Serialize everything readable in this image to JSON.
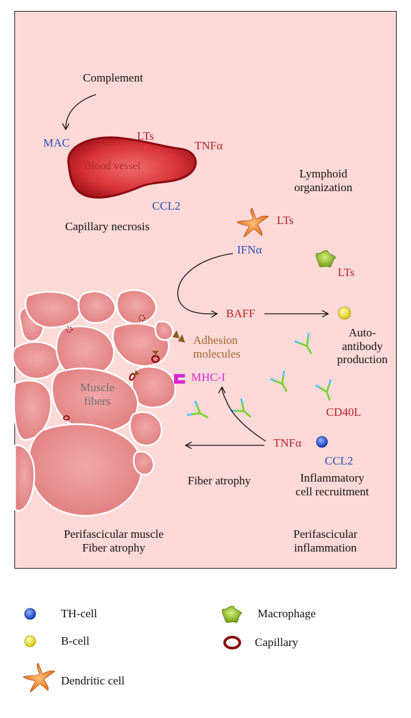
{
  "diagram": {
    "complement": "Complement",
    "mac": "MAC",
    "lts_vessel": "LTs",
    "tnfa_vessel": "TNFα",
    "blood_vessel": "Blood vessel",
    "ccl2_vessel": "CCL2",
    "capillary_necrosis": "Capillary necrosis",
    "lymphoid_line1": "Lymphoid",
    "lymphoid_line2": "organization",
    "lts_dendritic": "LTs",
    "ifna": "IFNα",
    "lts_macrophage": "LTs",
    "baff": "BAFF",
    "auto_line1": "Auto-",
    "auto_line2": "antibody",
    "auto_line3": "production",
    "adhesion_line1": "Adhesion",
    "adhesion_line2": "molecules",
    "mhc": "MHC-I",
    "muscle_line1": "Muscle",
    "muscle_line2": "fibers",
    "cd40l": "CD40L",
    "tnfa_main": "TNFα",
    "ccl2_main": "CCL2",
    "fiber_atrophy": "Fiber atrophy",
    "inflam_line1": "Inflammatory",
    "inflam_line2": "cell recruitment",
    "peri_muscle_line1": "Perifascicular muscle",
    "peri_muscle_line2": "Fiber atrophy",
    "peri_inflam_line1": "Perifascicular",
    "peri_inflam_line2": "inflammation"
  },
  "legend": {
    "th_cell": "TH-cell",
    "b_cell": "B-cell",
    "dendritic_cell": "Dendritic cell",
    "macrophage": "Macrophage",
    "capillary": "Capillary"
  },
  "colors": {
    "panel_bg": "#fdd9d8",
    "muscle_fiber": "#e58f90",
    "blood_vessel": "#b1151c",
    "th_cell": "#1f4fd6",
    "b_cell": "#f2e51e",
    "dendritic_cell": "#f07a18",
    "macrophage": "#9acb2a",
    "antibody": "#7fd23a",
    "mhc": "#d62ad6"
  }
}
